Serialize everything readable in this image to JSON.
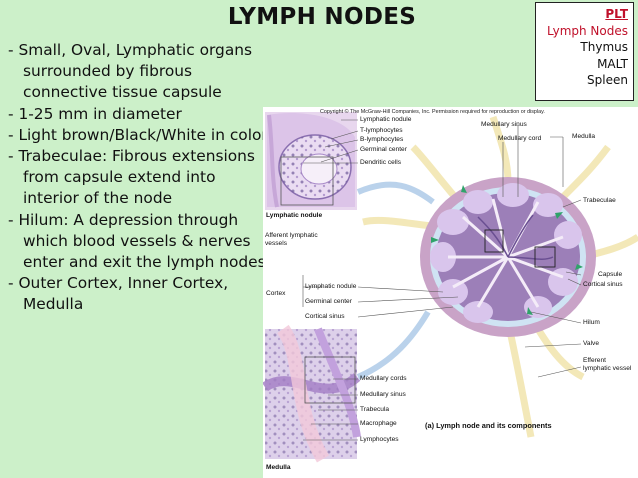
{
  "slide": {
    "title": "LYMPH NODES",
    "background_color": "#ccf0c9",
    "accent_color": "#c0102a"
  },
  "nav": {
    "heading": "PLT",
    "items": [
      "Lymph Nodes",
      "Thymus",
      "MALT",
      "Spleen"
    ],
    "active_index": 0
  },
  "bullets": [
    "- Small, Oval, Lymphatic organs surrounded by fibrous connective tissue capsule",
    "- 1-25 mm in diameter",
    "- Light brown/Black/White in color",
    "- Trabeculae: Fibrous extensions from capsule extend into interior of the node",
    "- Hilum: A depression through which blood vessels & nerves enter and exit the lymph nodes",
    "- Outer Cortex, Inner Cortex, Medulla"
  ],
  "figure": {
    "copyright": "Copyright © The McGraw-Hill Companies, Inc. Permission required for reproduction or display.",
    "caption": "(a) Lymph node and its components",
    "panel_titles": {
      "lymphatic_nodule": "Lymphatic nodule",
      "medulla": "Medulla"
    },
    "labels": {
      "lymphatic_nodule_top": "Lymphatic nodule",
      "t_lymphocytes": "T-lymphocytes",
      "b_lymphocytes": "B-lymphocytes",
      "germinal_center_top": "Germinal center",
      "dendritic_cells": "Dendritic cells",
      "medullary_sinus_top": "Medullary sinus",
      "medullary_cord_top": "Medullary cord",
      "medulla_right": "Medulla",
      "trabeculae": "Trabeculae",
      "afferent_vessels": "Afferent lymphatic vessels",
      "capsule": "Capsule",
      "cortical_sinus_right": "Cortical sinus",
      "cortex": "Cortex",
      "lymphatic_nodule_mid": "Lymphatic nodule",
      "germinal_center_mid": "Germinal center",
      "cortical_sinus_mid": "Cortical sinus",
      "hilum": "Hilum",
      "valve": "Valve",
      "efferent_vessel": "Efferent lymphatic vessel",
      "medullary_cords_bottom": "Medullary cords",
      "medullary_sinus_bottom": "Medullary sinus",
      "trabecula_bottom": "Trabecula",
      "macrophage": "Macrophage",
      "lymphocytes": "Lymphocytes"
    }
  }
}
